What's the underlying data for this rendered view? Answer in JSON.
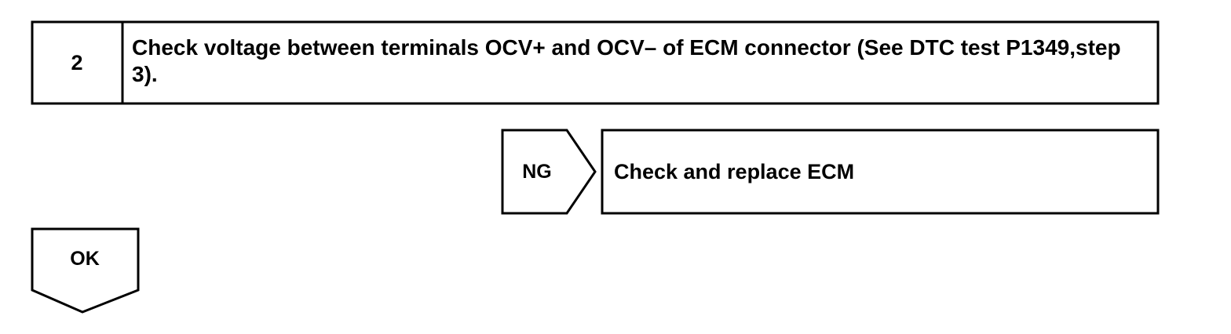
{
  "step": {
    "number": "2",
    "text": "Check voltage between terminals OCV+ and OCV– of ECM connector (See DTC test P1349,step 3)."
  },
  "ng_branch": {
    "label": "NG",
    "action": "Check and replace ECM"
  },
  "ok_branch": {
    "label": "OK"
  },
  "colors": {
    "line": "#000000",
    "background": "#ffffff"
  }
}
